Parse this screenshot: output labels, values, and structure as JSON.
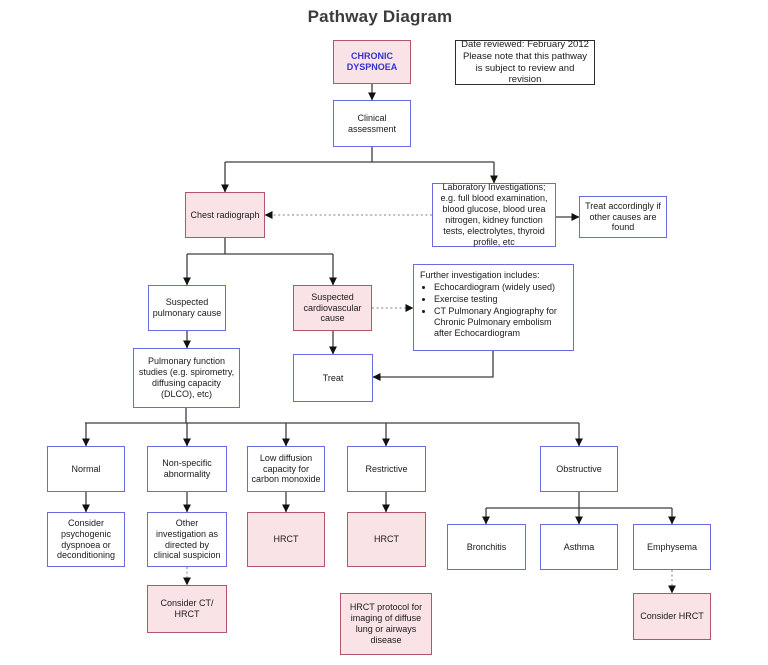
{
  "title": "Pathway Diagram",
  "colors": {
    "pink_fill": "#fae3e6",
    "pink_border": "#b4566b",
    "blue_border": "#6b6be0",
    "node_text": "#1a1a1a",
    "chronic_text": "#3333cc",
    "line": "#3d3d3d",
    "dotted_line": "#9a9a9a",
    "note_border": "#2d2d2d",
    "title_color": "#3c3c3c"
  },
  "nodes": {
    "chronic_dyspnoea": "CHRONIC DYSPNOEA",
    "review_note": "Date reviewed: February 2012\nPlease note that this pathway is subject to review and revision",
    "clinical_assessment": "Clinical assessment",
    "chest_radiograph": "Chest radiograph",
    "laboratory_investigations": "Laboratory Investigations; e.g. full blood examination, blood glucose, blood urea nitrogen, kidney function tests, electrolytes, thyroid profile, etc",
    "treat_accordingly": "Treat accordingly if other causes are found",
    "suspected_pulmonary": "Suspected pulmonary cause",
    "suspected_cardiovascular": "Suspected cardiovascular cause",
    "further_investigation": {
      "heading": "Further investigation includes:",
      "bullets": [
        "Echocardiogram (widely used)",
        "Exercise testing",
        "CT Pulmonary Angiography for Chronic Pulmonary embolism after Echocardiogram"
      ]
    },
    "pulmonary_function_studies": "Pulmonary function studies (e.g. spirometry, diffusing capacity (DLCO), etc)",
    "treat": "Treat",
    "normal": "Normal",
    "nonspecific_abnormality": "Non-specific abnormality",
    "low_diffusion": "Low diffusion capacity for carbon monoxide",
    "restrictive": "Restrictive",
    "obstructive": "Obstructive",
    "psychogenic": "Consider psychogenic dyspnoea or deconditioning",
    "other_investigation": "Other investigation as directed by clinical suspicion",
    "hrct_low_diffusion": "HRCT",
    "hrct_restrictive": "HRCT",
    "bronchitis": "Bronchitis",
    "asthma": "Asthma",
    "emphysema": "Emphysema",
    "consider_ct_hrct": "Consider CT/ HRCT",
    "hrct_protocol": "HRCT protocol for imaging of diffuse lung or airways disease",
    "consider_hrct": "Consider HRCT"
  }
}
